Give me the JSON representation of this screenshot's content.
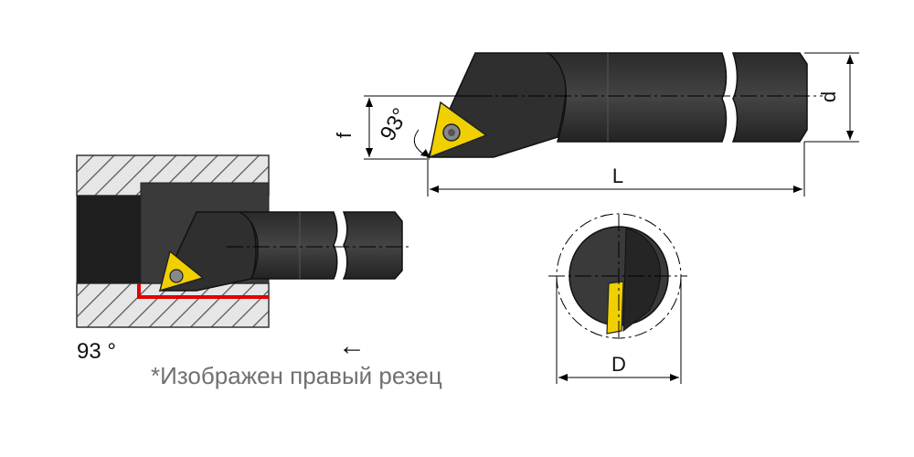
{
  "labels": {
    "f": "f",
    "d": "d",
    "L": "L",
    "D": "D",
    "angle_top": "93°",
    "angle_bottom": "93 °",
    "feed_arrow": "←",
    "note": "*Изображен правый резец"
  },
  "colors": {
    "body": "#3a3a3a",
    "body_dark": "#262626",
    "insert": "#f0d000",
    "cut_line": "#e00000",
    "hatch": "#5a5a5a"
  }
}
